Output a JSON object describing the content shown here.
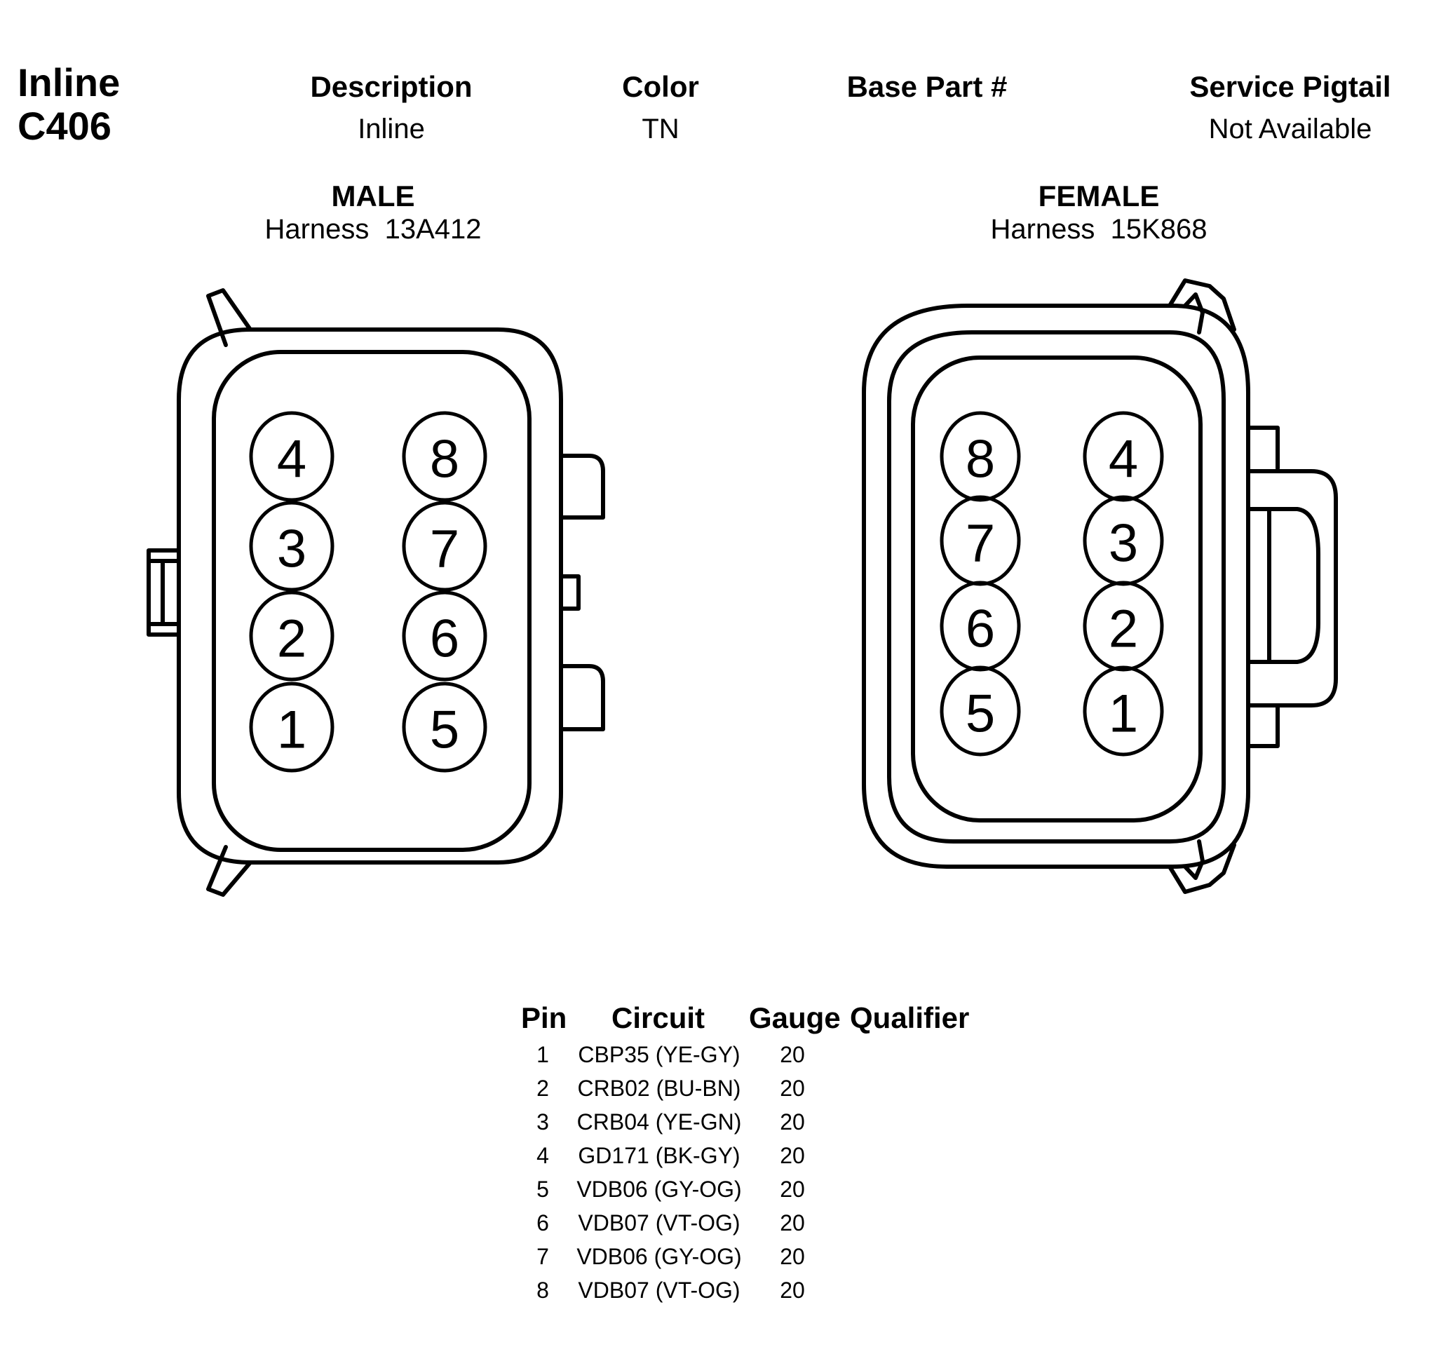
{
  "connector": {
    "type_label": "Inline",
    "id": "C406"
  },
  "info_table": {
    "headers": {
      "description": "Description",
      "color": "Color",
      "base_part": "Base Part #",
      "service_pigtail": "Service Pigtail"
    },
    "values": {
      "description": "Inline",
      "color": "TN",
      "base_part": "",
      "service_pigtail": "Not Available"
    }
  },
  "male": {
    "title": "MALE",
    "harness": "Harness  13A412",
    "pins_left_column": [
      "4",
      "3",
      "2",
      "1"
    ],
    "pins_right_column": [
      "8",
      "7",
      "6",
      "5"
    ]
  },
  "female": {
    "title": "FEMALE",
    "harness": "Harness  15K868",
    "pins_left_column": [
      "8",
      "7",
      "6",
      "5"
    ],
    "pins_right_column": [
      "4",
      "3",
      "2",
      "1"
    ]
  },
  "pin_table": {
    "headers": {
      "pin": "Pin",
      "circuit": "Circuit",
      "gauge": "Gauge",
      "qualifier": "Qualifier"
    },
    "rows": [
      {
        "pin": "1",
        "circuit": "CBP35 (YE-GY)",
        "gauge": "20",
        "qualifier": ""
      },
      {
        "pin": "2",
        "circuit": "CRB02 (BU-BN)",
        "gauge": "20",
        "qualifier": ""
      },
      {
        "pin": "3",
        "circuit": "CRB04 (YE-GN)",
        "gauge": "20",
        "qualifier": ""
      },
      {
        "pin": "4",
        "circuit": "GD171 (BK-GY)",
        "gauge": "20",
        "qualifier": ""
      },
      {
        "pin": "5",
        "circuit": "VDB06 (GY-OG)",
        "gauge": "20",
        "qualifier": ""
      },
      {
        "pin": "6",
        "circuit": "VDB07 (VT-OG)",
        "gauge": "20",
        "qualifier": ""
      },
      {
        "pin": "7",
        "circuit": "VDB06 (GY-OG)",
        "gauge": "20",
        "qualifier": ""
      },
      {
        "pin": "8",
        "circuit": "VDB07 (VT-OG)",
        "gauge": "20",
        "qualifier": ""
      }
    ]
  }
}
